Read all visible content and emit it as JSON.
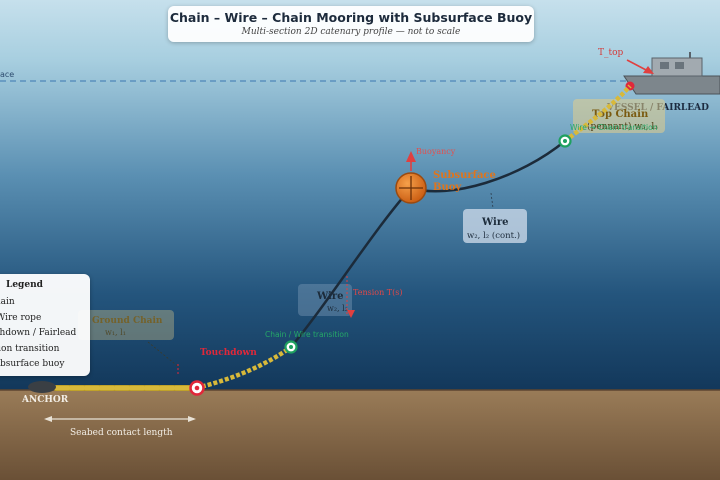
{
  "title": {
    "main": "Chain – Wire – Chain Mooring with Subsurface Buoy",
    "subtitle": "Multi-section 2D catenary profile — not to scale"
  },
  "labels": {
    "sea_surface": "ace",
    "t_top": "T_top",
    "vessel": "VESSEL / FAIRLEAD",
    "top_chain": "Top Chain",
    "top_chain_params": "(pennant) w₃, l₃",
    "upper_transition": "Wire → Chain transition",
    "buoy_force": "Buoyancy",
    "buoy_name": "Subsurface Buoy",
    "wire_upper_title": "Wire",
    "wire_upper_params": "w₂, l₂ (cont.)",
    "wire_lower_title": "Wire",
    "wire_lower_params": "w₂, l₂",
    "tension_note": "Tension T(s)",
    "lower_transition": "Chain / Wire transition",
    "touchdown": "Touchdown",
    "ground_chain": "Ground Chain",
    "ground_chain_params": "w₁, l₁",
    "anchor": "ANCHOR",
    "seabed_length": "Seabed contact length"
  },
  "legend": {
    "title": "Legend",
    "items": [
      "Chain",
      "Wire rope",
      "Touchdown / Fairlead",
      "Section transition",
      "Subsurface buoy"
    ]
  },
  "colors": {
    "water_top": "#c6e0ec",
    "water_bottom": "#12375a",
    "seabed": "#8e7150",
    "chain": "#d8b93a",
    "wire": "#1c2b3a",
    "buoy": "#e0751c",
    "touchdown": "#e0283a",
    "transition": "#1fa060",
    "tension": "#e04040",
    "vessel": "#7d868c"
  }
}
